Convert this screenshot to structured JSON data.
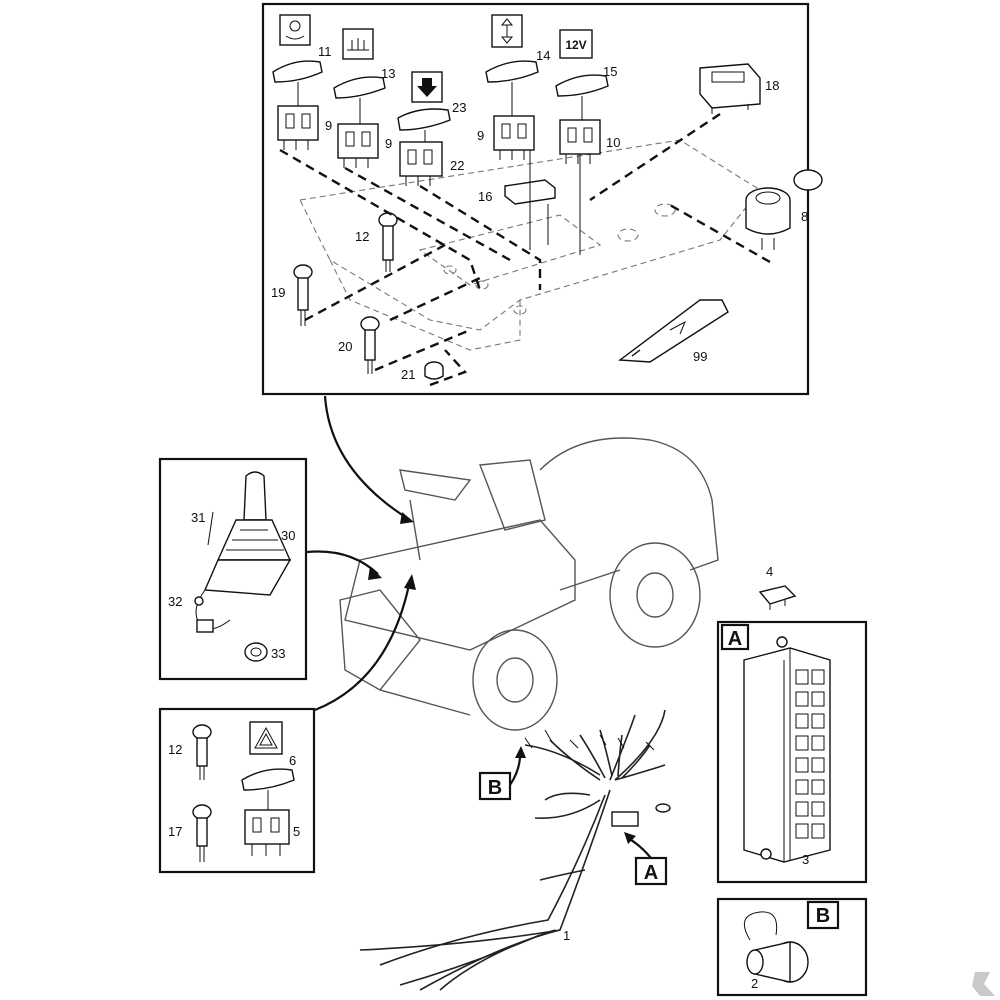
{
  "callouts": {
    "p1": "1",
    "p2": "2",
    "p3": "3",
    "p4": "4",
    "p5": "5",
    "p6": "6",
    "p8": "8",
    "p9a": "9",
    "p9b": "9",
    "p9c": "9",
    "p10": "10",
    "p11": "11",
    "p12a": "12",
    "p12b": "12",
    "p13": "13",
    "p14": "14",
    "p15": "15",
    "p16": "16",
    "p17": "17",
    "p18": "18",
    "p19": "19",
    "p20": "20",
    "p21": "21",
    "p22": "22",
    "p23": "23",
    "p30": "30",
    "p31": "31",
    "p32": "32",
    "p33": "33",
    "p99": "99"
  },
  "symbols": {
    "twelve_volt": "12V"
  },
  "connector_refs": {
    "a_harness": "A",
    "b_harness": "B",
    "a_box": "A",
    "b_box": "B"
  },
  "colors": {
    "line": "#111111",
    "background": "#ffffff",
    "faint": "#777777"
  }
}
